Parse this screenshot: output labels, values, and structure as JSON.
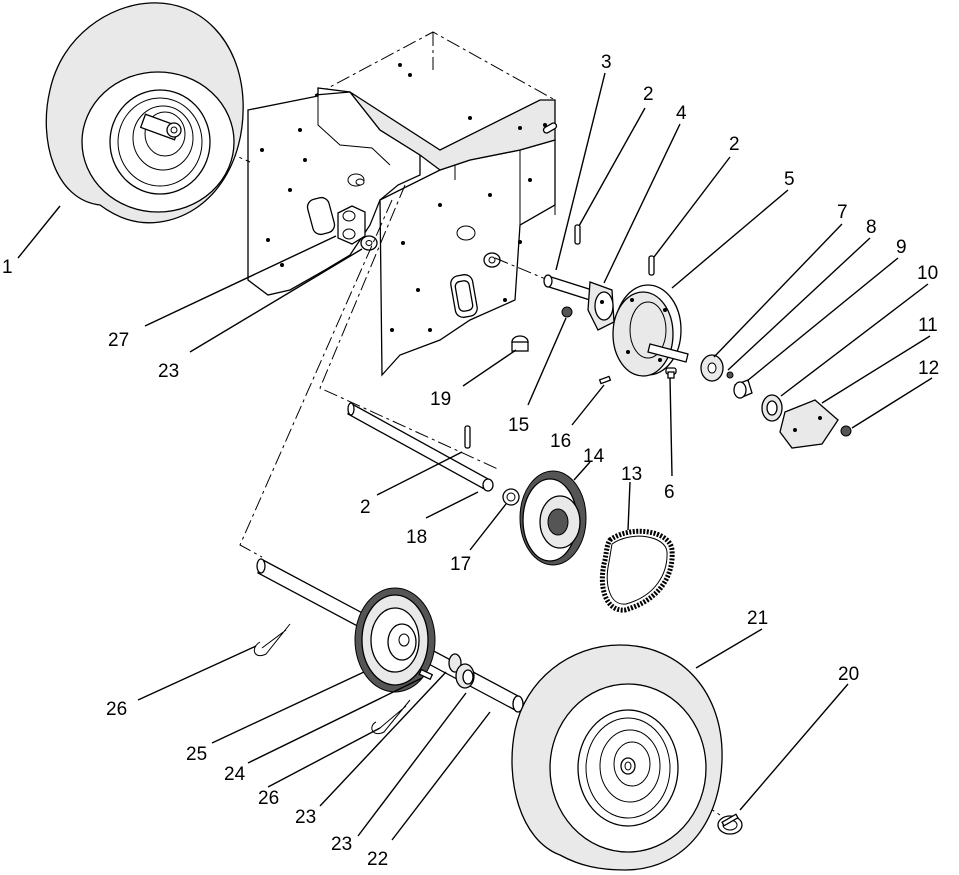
{
  "diagram": {
    "callouts": [
      "1",
      "2",
      "3",
      "4",
      "5",
      "6",
      "7",
      "8",
      "9",
      "10",
      "11",
      "12",
      "13",
      "14",
      "15",
      "16",
      "17",
      "18",
      "19",
      "20",
      "21",
      "22",
      "23",
      "24",
      "25",
      "26",
      "27"
    ],
    "label_list": [
      {
        "id": "c1",
        "text": "1"
      },
      {
        "id": "c27",
        "text": "27"
      },
      {
        "id": "c23a",
        "text": "23"
      },
      {
        "id": "c19",
        "text": "19"
      },
      {
        "id": "c3",
        "text": "3"
      },
      {
        "id": "c2a",
        "text": "2"
      },
      {
        "id": "c4",
        "text": "4"
      },
      {
        "id": "c2b",
        "text": "2"
      },
      {
        "id": "c5",
        "text": "5"
      },
      {
        "id": "c7",
        "text": "7"
      },
      {
        "id": "c8",
        "text": "8"
      },
      {
        "id": "c9",
        "text": "9"
      },
      {
        "id": "c10",
        "text": "10"
      },
      {
        "id": "c11",
        "text": "11"
      },
      {
        "id": "c12",
        "text": "12"
      },
      {
        "id": "c15",
        "text": "15"
      },
      {
        "id": "c16",
        "text": "16"
      },
      {
        "id": "c6",
        "text": "6"
      },
      {
        "id": "c14",
        "text": "14"
      },
      {
        "id": "c13",
        "text": "13"
      },
      {
        "id": "c2c",
        "text": "2"
      },
      {
        "id": "c18",
        "text": "18"
      },
      {
        "id": "c17",
        "text": "17"
      },
      {
        "id": "c21",
        "text": "21"
      },
      {
        "id": "c20",
        "text": "20"
      },
      {
        "id": "c26a",
        "text": "26"
      },
      {
        "id": "c25",
        "text": "25"
      },
      {
        "id": "c24",
        "text": "24"
      },
      {
        "id": "c26b",
        "text": "26"
      },
      {
        "id": "c23b",
        "text": "23"
      },
      {
        "id": "c23c",
        "text": "23"
      },
      {
        "id": "c22",
        "text": "22"
      }
    ]
  }
}
